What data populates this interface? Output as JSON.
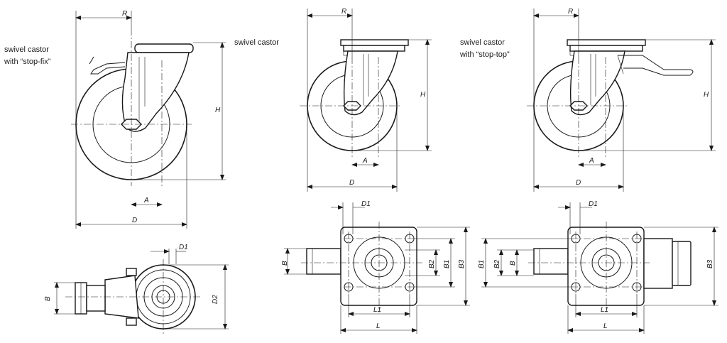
{
  "labels": {
    "stop_fix_1": "swivel castor",
    "stop_fix_2": "with “stop-fix”",
    "plain": "swivel castor",
    "stop_top_1": "swivel castor",
    "stop_top_2": "with “stop-top”"
  },
  "dims": {
    "R": "R",
    "H": "H",
    "A": "A",
    "D": "D",
    "D1": "D1",
    "D2": "D2",
    "B": "B",
    "B1": "B1",
    "B2": "B2",
    "B3": "B3",
    "L": "L",
    "L1": "L1"
  }
}
